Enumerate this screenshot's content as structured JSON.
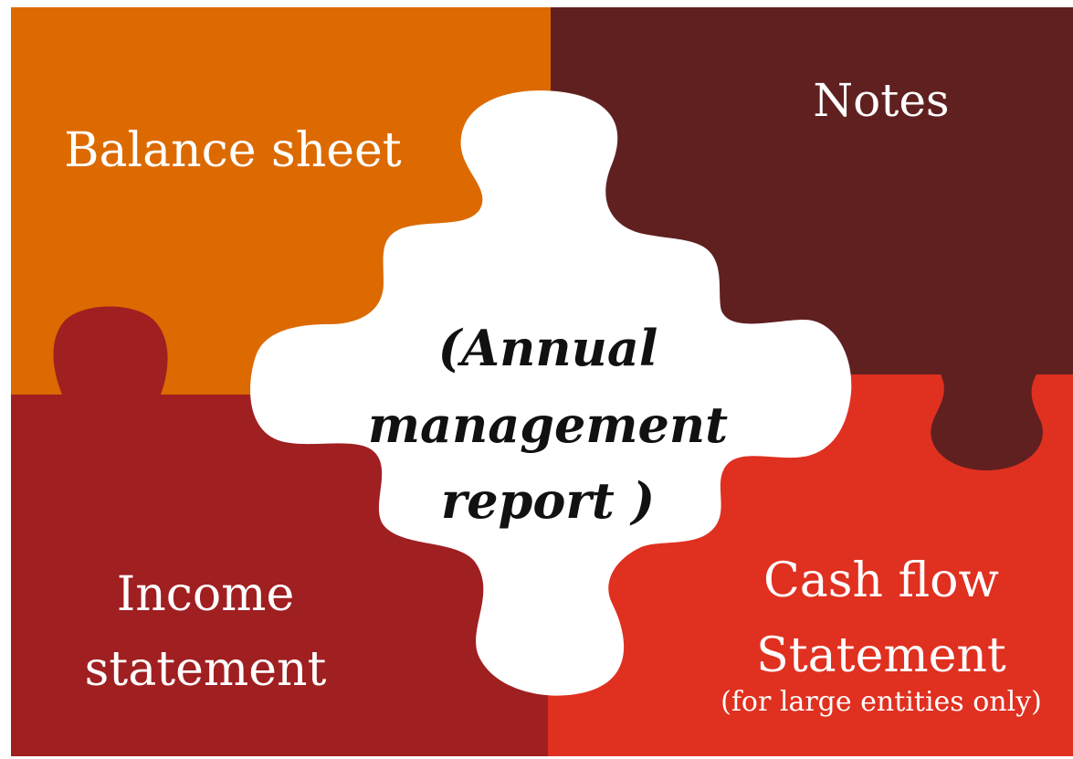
{
  "colors": {
    "balance_sheet": "#DC6A00",
    "notes": "#602020",
    "income_statement": "#A01F21",
    "cash_flow": "#E03020",
    "center": "#FFFFFF",
    "text_light": "#FFFFFF",
    "text_dark": "#111111"
  },
  "pieces": {
    "balance_sheet": {
      "label": "Balance sheet"
    },
    "notes": {
      "label": "Notes"
    },
    "income_statement": {
      "line1": "Income",
      "line2": "statement"
    },
    "cash_flow": {
      "line1": "Cash flow",
      "line2": "Statement",
      "note": "(for large entities only)"
    }
  },
  "center": {
    "line1": "(Annual",
    "line2": "management",
    "line3": "report )"
  }
}
